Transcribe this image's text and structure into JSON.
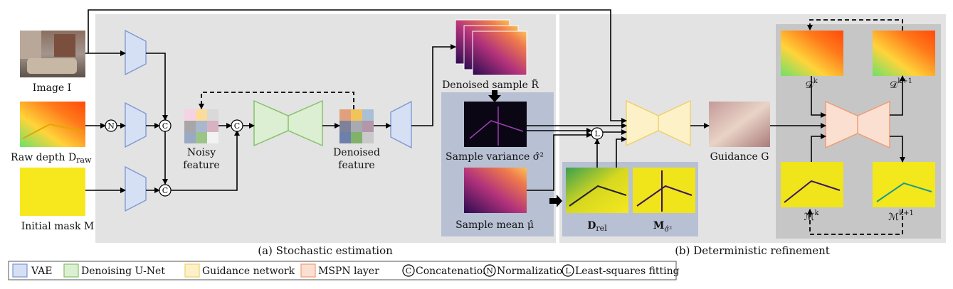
{
  "inputs": {
    "image": "Image I",
    "raw_depth": "Raw depth D",
    "raw_depth_sub": "raw",
    "mask": "Initial mask M"
  },
  "features": {
    "noisy_1": "Noisy",
    "noisy_2": "feature",
    "denoised_1": "Denoised",
    "denoised_2": "feature"
  },
  "samples": {
    "denoised_sample": "Denoised sample R̃",
    "variance": "Sample variance σ̂²",
    "mean": "Sample mean μ̂"
  },
  "refinement": {
    "guidance": "Guidance G",
    "d_rel": "D",
    "d_rel_sub": "rel",
    "m_sigma": "M",
    "m_sigma_sub": "σ̂²",
    "dk": "𝒟",
    "dk_sup": "k",
    "dk1": "𝒟",
    "dk1_sup": "k+1",
    "mk": "ℳ",
    "mk_sup": "k",
    "mk1": "ℳ",
    "mk1_sup": "k+1"
  },
  "operators": {
    "concat": "C",
    "norm": "N",
    "lsq": "L"
  },
  "sections": {
    "stochastic": "(a) Stochastic estimation",
    "deterministic": "(b) Deterministic refinement"
  },
  "legend": {
    "vae": "VAE",
    "unet": "Denoising U-Net",
    "guidance": "Guidance network",
    "mspn": "MSPN  layer",
    "concatenation": "Concatenation",
    "normalization": "Normalization",
    "lsq": "Least-squares fitting"
  },
  "colors": {
    "vae": "#d6e0f5",
    "vae_stroke": "#7b96cf",
    "unet": "#dcefd2",
    "unet_stroke": "#86c16b",
    "guidance": "#fdf2c7",
    "guidance_stroke": "#f0cf6e",
    "mspn": "#fbe0d2",
    "mspn_stroke": "#ef9c75",
    "panel": "#e3e3e3",
    "subpanel": "#b8c0d3"
  }
}
